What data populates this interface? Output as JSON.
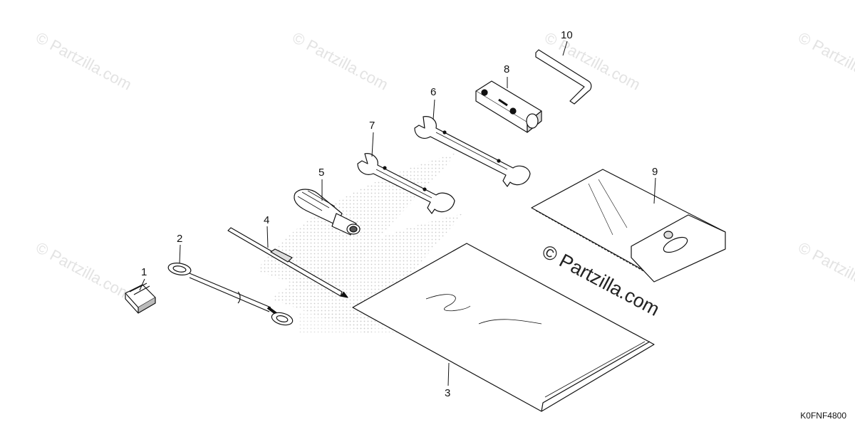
{
  "watermark": {
    "text": "© Partzilla.com"
  },
  "diagram_code": "K0FNF4800",
  "callouts": [
    "1",
    "2",
    "3",
    "4",
    "5",
    "6",
    "7",
    "8",
    "9",
    "10"
  ]
}
